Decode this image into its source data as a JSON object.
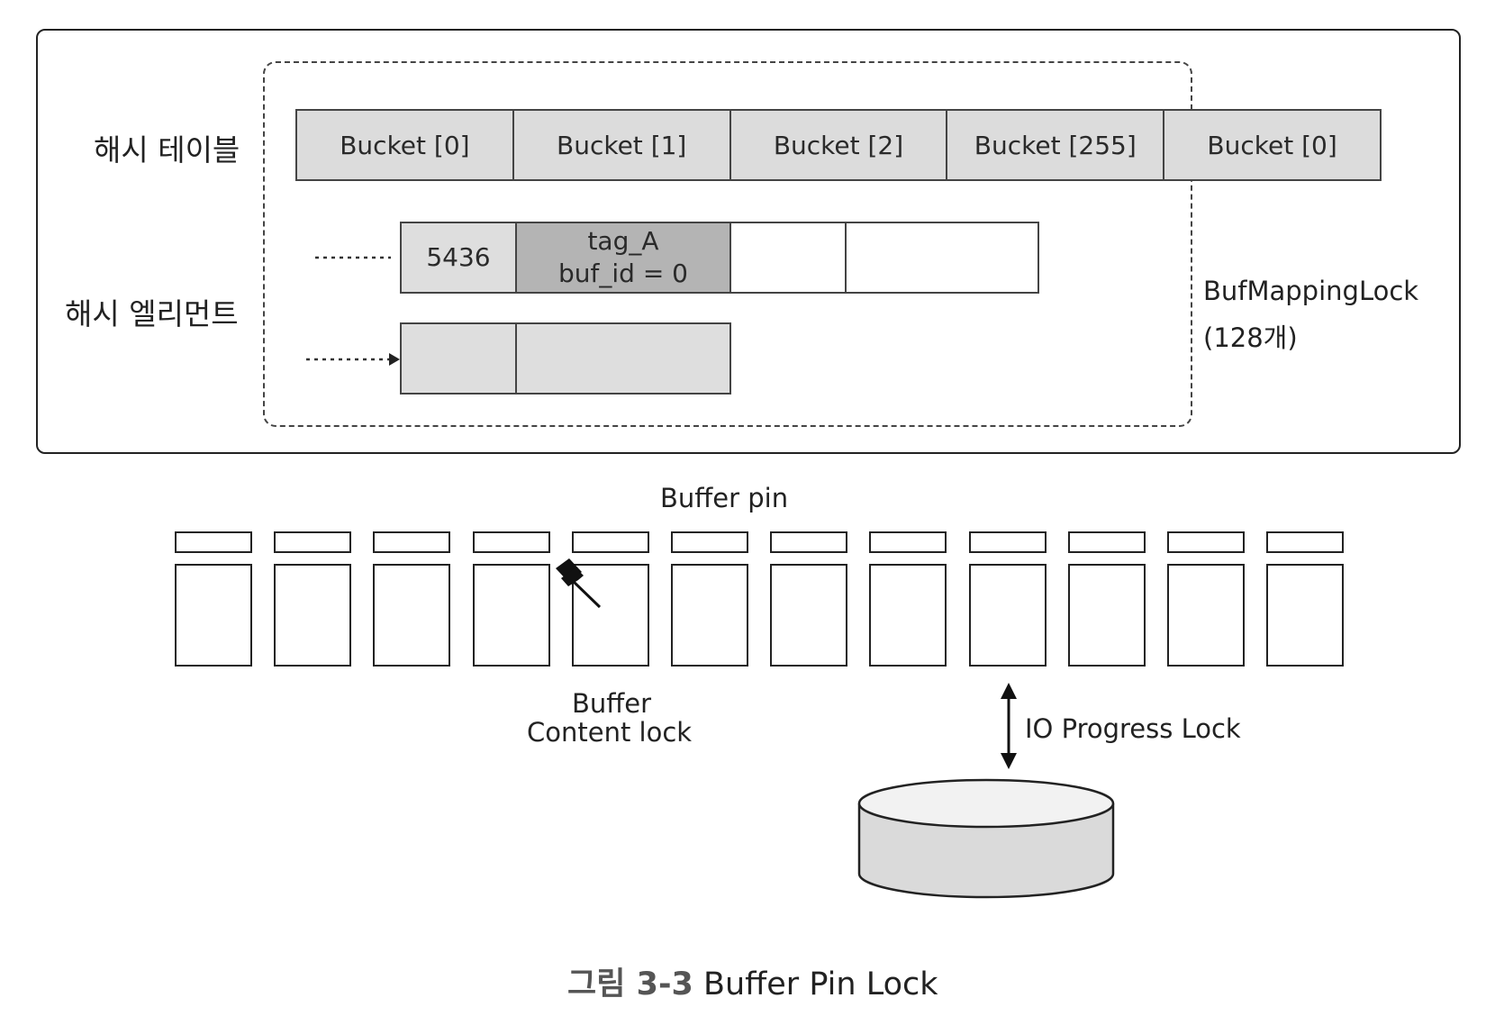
{
  "hash_table": {
    "label": "해시 테이블",
    "buckets": [
      "Bucket [0]",
      "Bucket [1]",
      "Bucket [2]",
      "Bucket [255]",
      "Bucket [0]"
    ]
  },
  "hash_elements": {
    "label": "해시 엘리먼트",
    "element_1": {
      "key": "5436",
      "tag_line1": "tag_A",
      "tag_line2": "buf_id = 0"
    }
  },
  "buf_mapping_lock": {
    "line1": "BufMappingLock",
    "line2": "(128개)"
  },
  "buffer_pin_label": "Buffer pin",
  "buffer_count": 12,
  "buffer_content_lock": {
    "line1": "Buffer",
    "line2": "Content lock"
  },
  "io_progress_lock": "IO Progress Lock",
  "caption": {
    "figure_num": "그림 3-3",
    "title": "Buffer Pin Lock"
  },
  "icons": {
    "pin": "pushpin-icon",
    "disk": "disk-icon"
  }
}
